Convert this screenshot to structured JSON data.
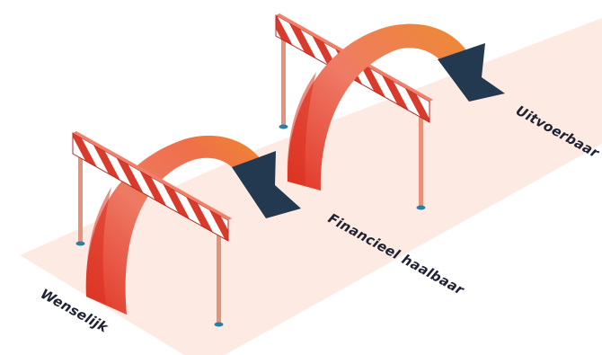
{
  "labels": {
    "stage_1": "Wenselijk",
    "stage_2": "Financieel haalbaar",
    "stage_3": "Uitvoerbaar"
  },
  "colors": {
    "track": "#fdebe3",
    "post": "#e8917a",
    "post_foot": "#2b7fa5",
    "barrier_red": "#d83b2b",
    "barrier_dark": "#8f1d18",
    "barrier_white": "#ffffff",
    "arc_start": "#e63a2a",
    "arc_mid": "#ee7a64",
    "arc_end": "#ee7d2b",
    "arrow_head": "#22394f",
    "text": "#1f2233"
  },
  "icons": [
    "hurdle-barrier-icon",
    "jump-arc-arrow-icon"
  ]
}
